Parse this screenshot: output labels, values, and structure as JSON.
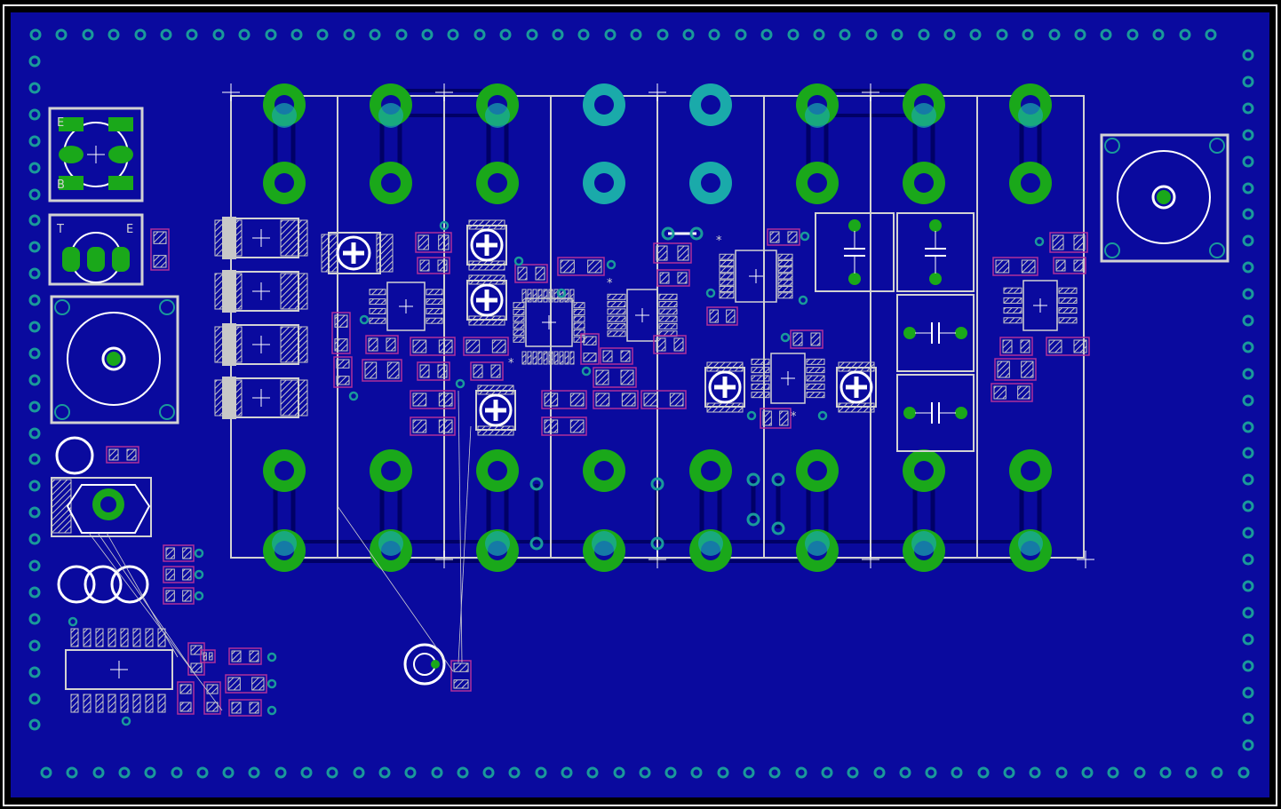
{
  "colors": {
    "background": "#000000",
    "copper_pour": "#0a0a9e",
    "outline": "#ffffff",
    "silkscreen": "#d2d2d2",
    "via_ring": "#1a9a9a",
    "pad_green": "#1aa81a",
    "pad_cyan": "#1aaaaa",
    "hatch": "#c8c8c8",
    "smd_outline": "#b0309a",
    "trace": "#000066"
  },
  "labels": {
    "connector_top_E": "E",
    "connector_top_B": "B",
    "connector_mid_T": "T",
    "connector_mid_E": "E",
    "asterisk": "*"
  },
  "icons": {
    "via": "via-icon",
    "through_hole_pad": "pad-icon",
    "smd_resistor": "smd-resistor-icon",
    "trimmer": "trimmer-potentiometer-icon",
    "crosshair": "origin-crosshair-icon"
  }
}
